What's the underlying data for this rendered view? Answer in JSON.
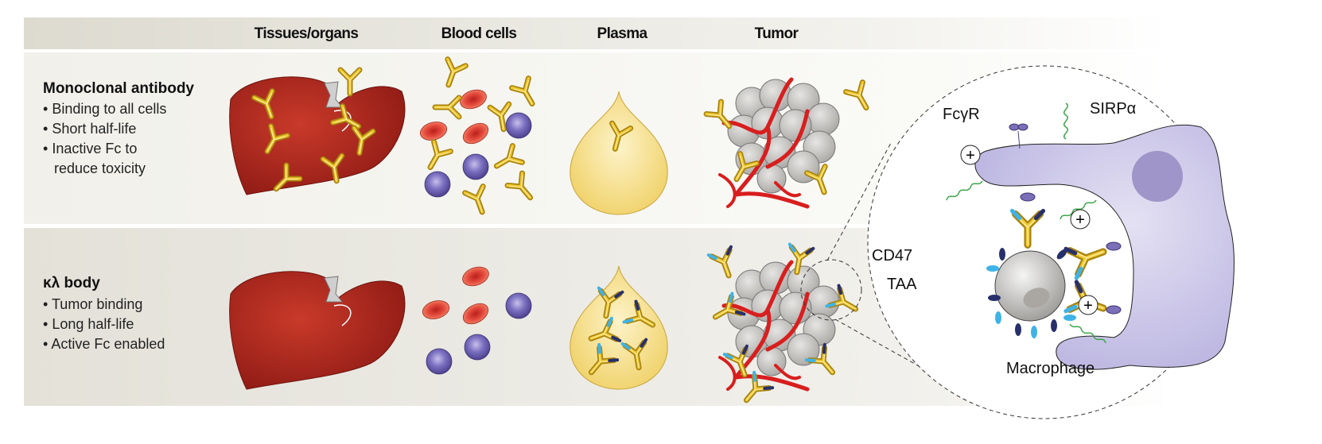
{
  "header": {
    "columns": [
      "Tissues/organs",
      "Blood cells",
      "Plasma",
      "Tumor"
    ]
  },
  "rows": [
    {
      "title": "Monoclonal antibody",
      "bullets": [
        "Binding to all cells",
        "Short half-life",
        "Inactive Fc to",
        "reduce toxicity"
      ]
    },
    {
      "title": "κλ body",
      "bullets": [
        "Tumor binding",
        "Long half-life",
        "Active Fc enabled"
      ]
    }
  ],
  "inset": {
    "fcgr": "FcγR",
    "sirpa": "SIRPα",
    "cd47": "CD47",
    "taa": "TAA",
    "macrophage": "Macrophage",
    "plus": "+"
  },
  "colors": {
    "antibody": "#e8bf2a",
    "liver": "#b3261e",
    "rbc": "#e0443a",
    "wbc": "#6f62b0",
    "macrophage": "#c8c3e6",
    "sirpa": "#3aa648",
    "cd47": "#3fb3e6",
    "taa": "#27306b"
  }
}
